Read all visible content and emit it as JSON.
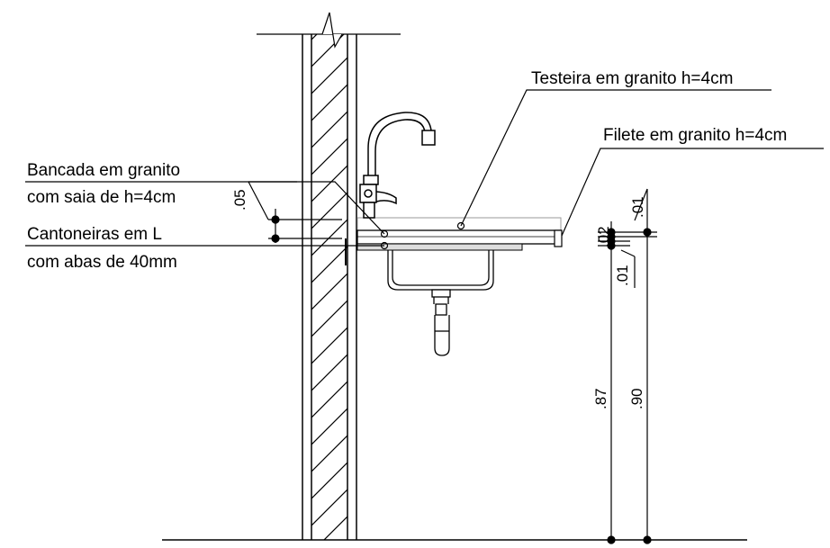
{
  "labels": {
    "testeira": "Testeira em granito  h=4cm",
    "filete": "Filete em granito  h=4cm",
    "bancada_line1": "Bancada em granito",
    "bancada_line2": "com saia de h=4cm",
    "cantoneiras_line1": "Cantoneiras em L",
    "cantoneiras_line2": "com abas de 40mm"
  },
  "dimensions": {
    "d05": ".05",
    "d01_top": ".01",
    "d02": ".02",
    "d01_bottom": ".01",
    "d87": ".87",
    "d90": ".90"
  }
}
